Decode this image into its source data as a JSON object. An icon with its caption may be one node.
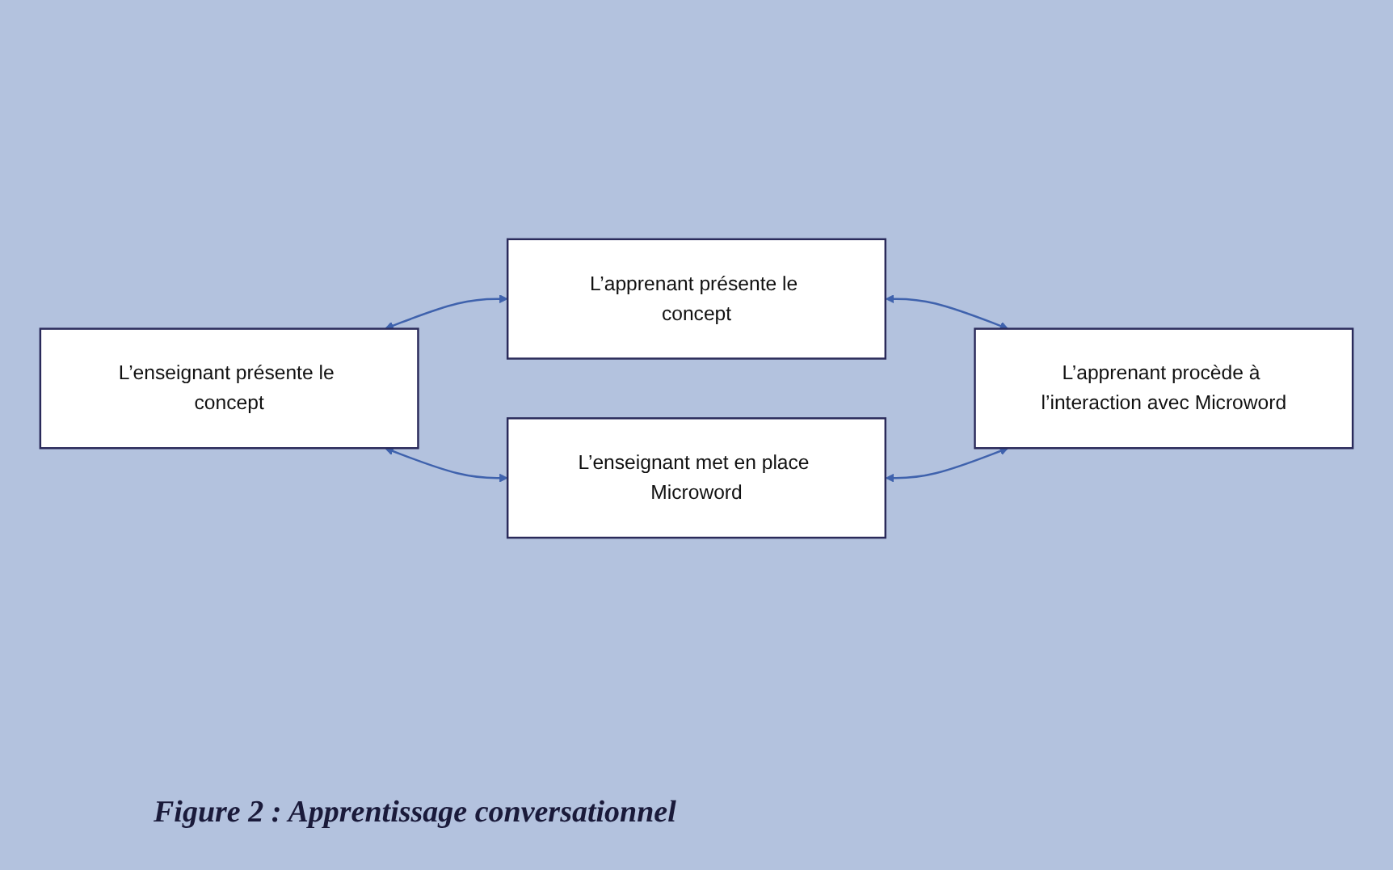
{
  "diagram": {
    "caption": "Figure 2 : Apprentissage conversationnel",
    "nodes": [
      {
        "text": [
          "L’enseignant présente le concept"
        ]
      },
      {
        "text": [
          "L’apprenant présente le concept"
        ]
      },
      {
        "text": [
          "L’enseignant met en place Microword"
        ]
      },
      {
        "text": [
          "L’apprenant procède à l’interaction avec Microword"
        ]
      }
    ],
    "edges": [
      {
        "from": 0,
        "to": 1,
        "arrow": "both"
      },
      {
        "from": 0,
        "to": 2,
        "arrow": "both"
      },
      {
        "from": 1,
        "to": 3,
        "arrow": "both"
      },
      {
        "from": 2,
        "to": 3,
        "arrow": "both"
      }
    ]
  }
}
